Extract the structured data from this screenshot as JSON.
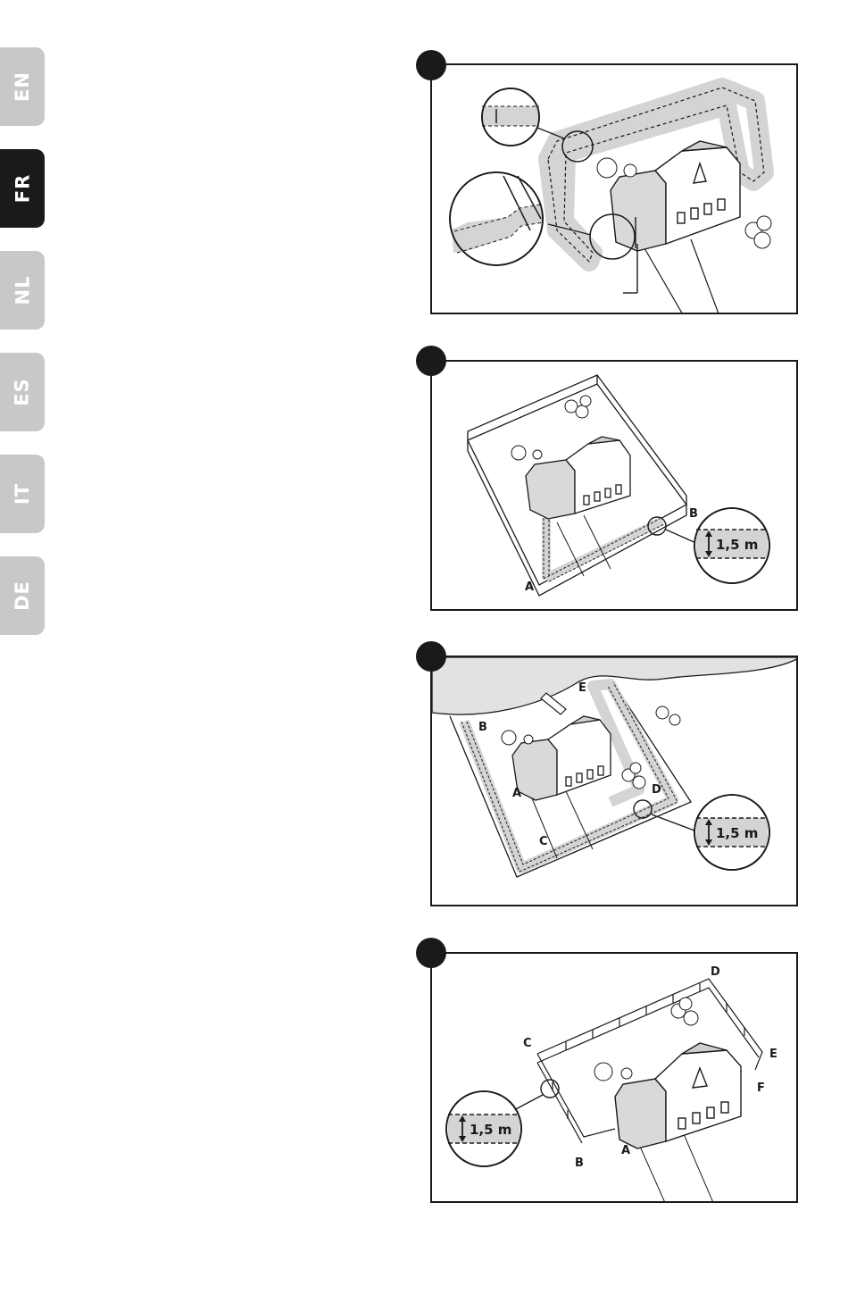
{
  "language_tabs": [
    {
      "code": "EN",
      "active": false
    },
    {
      "code": "FR",
      "active": true
    },
    {
      "code": "NL",
      "active": false
    },
    {
      "code": "ES",
      "active": false
    },
    {
      "code": "IT",
      "active": false
    },
    {
      "code": "DE",
      "active": false
    }
  ],
  "figures": [
    {
      "labels": []
    },
    {
      "labels": [
        "A",
        "B"
      ],
      "distance": "1,5 m"
    },
    {
      "labels": [
        "A",
        "B",
        "C",
        "D",
        "E"
      ],
      "distance": "1,5 m"
    },
    {
      "labels": [
        "A",
        "B",
        "C",
        "D",
        "E",
        "F"
      ],
      "distance": "1,5 m"
    }
  ],
  "colors": {
    "active_tab": "#1a1a1a",
    "inactive_tab": "#c8c8c8",
    "wire_zone": "#d4d4d4",
    "ink": "#1a1a1a"
  }
}
